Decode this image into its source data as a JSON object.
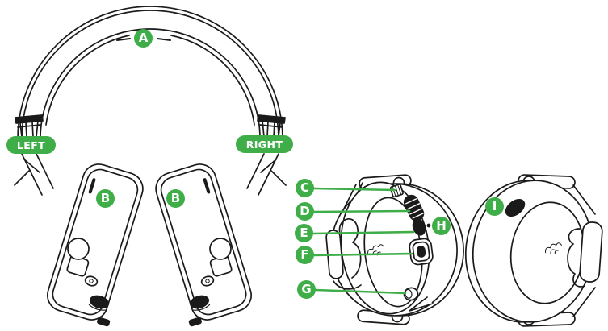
{
  "diagram": {
    "accent_color": "#3FAE49",
    "ink_color": "#1A1A1A",
    "background_color": "#FFFFFF",
    "orientation_labels": {
      "left": "LEFT",
      "right": "RIGHT"
    },
    "callouts": [
      {
        "letter": "A"
      },
      {
        "letter": "B"
      },
      {
        "letter": "B"
      },
      {
        "letter": "C"
      },
      {
        "letter": "D"
      },
      {
        "letter": "E"
      },
      {
        "letter": "F"
      },
      {
        "letter": "G"
      },
      {
        "letter": "H"
      },
      {
        "letter": "I"
      }
    ]
  }
}
